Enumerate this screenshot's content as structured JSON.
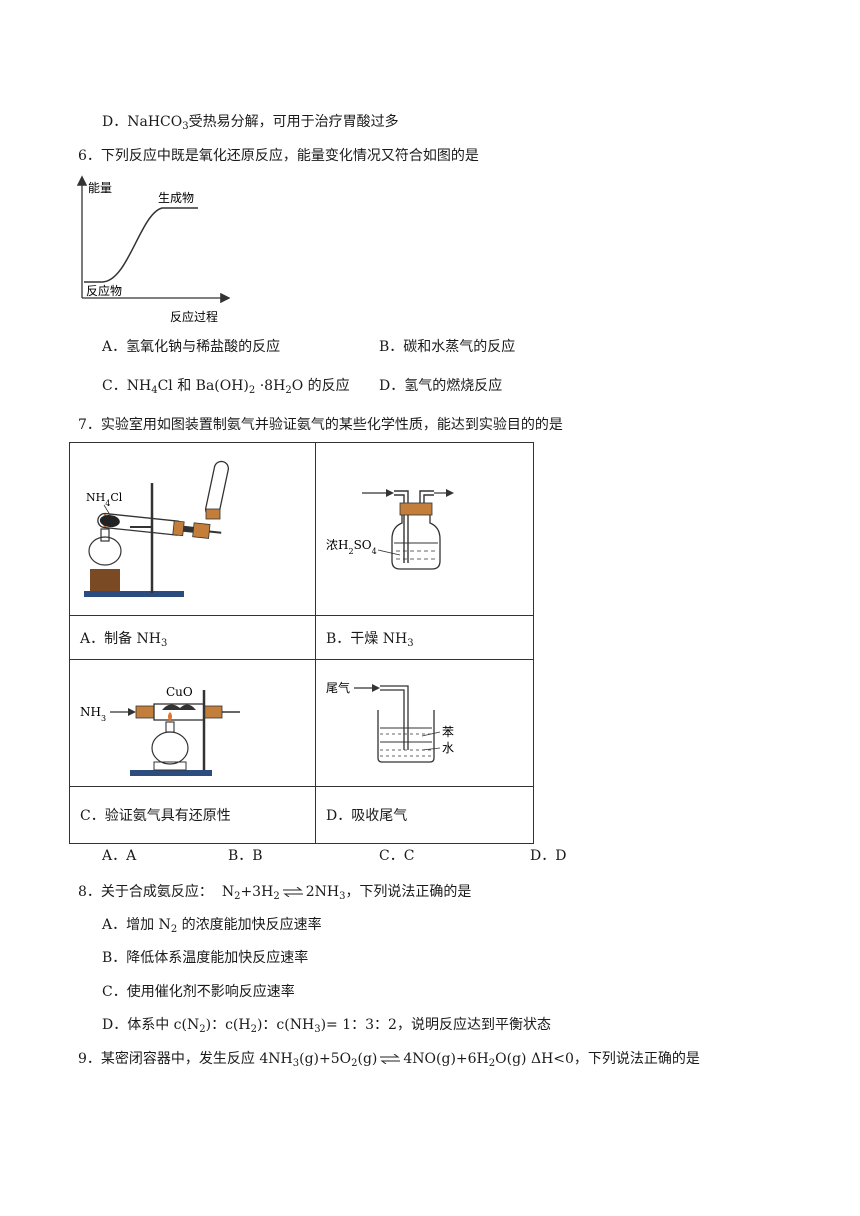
{
  "q5": {
    "optD": {
      "prefix": "D．NaHCO",
      "sub": "3",
      "rest": "受热易分解，可用于治疗胃酸过多"
    }
  },
  "q6": {
    "stem": "6．下列反应中既是氧化还原反应，能量变化情况又符合如图的是",
    "graph": {
      "ylabel": "能量",
      "xlabel": "反应过程",
      "reactant_label": "反应物",
      "product_label": "生成物"
    },
    "optA": "A．氢氧化钠与稀盐酸的反应",
    "optB": "B．碳和水蒸气的反应",
    "optC": {
      "prefix": "C．",
      "a": "NH",
      "a_sub": "4",
      "b": "Cl 和 Ba(OH)",
      "b_sub": "2",
      "c": " ·8H",
      "c_sub": "2",
      "d": "O 的反应"
    },
    "optD": "D．氢气的燃烧反应"
  },
  "q7": {
    "stem": "7．实验室用如图装置制氨气并验证氨气的某些化学性质，能达到实验目的的是",
    "cellA": {
      "label_prefix": "A．制备 NH",
      "label_sub": "3",
      "reagent": "NH",
      "reagent_sub": "4",
      "reagent_rest": "Cl"
    },
    "cellB": {
      "label_prefix": "B．干燥 NH",
      "label_sub": "3",
      "reagent": "浓H",
      "reagent_sub": "2",
      "reagent_mid": "SO",
      "reagent_sub2": "4"
    },
    "cellC": {
      "label": "C．验证氨气具有还原性",
      "gas": "NH",
      "gas_sub": "3",
      "solid": "CuO"
    },
    "cellD": {
      "label": "D．吸收尾气",
      "gas": "尾气",
      "upper": "苯",
      "lower": "水"
    },
    "options": [
      "A．A",
      "B．B",
      "C．C",
      "D．D"
    ]
  },
  "q8": {
    "stem_prefix": "8．关于合成氨反应：",
    "eq_left": "N",
    "eq_left_sub": "2",
    "eq_left2": "+3H",
    "eq_left2_sub": "2",
    "eq_right": "2NH",
    "eq_right_sub": "3",
    "stem_suffix": "，下列说法正确的是",
    "optA": {
      "prefix": "A．增加 N",
      "sub": "2",
      "rest": " 的浓度能加快反应速率"
    },
    "optB": "B．降低体系温度能加快反应速率",
    "optC": "C．使用催化剂不影响反应速率",
    "optD": {
      "p1": "D．体系中 c(N",
      "s1": "2",
      "p2": ")：c(H",
      "s2": "2",
      "p3": ")：c(NH",
      "s3": "3",
      "p4": ")= 1：3：2，说明反应达到平衡状态"
    }
  },
  "q9": {
    "stem_prefix": "9．某密闭容器中，发生反应 4NH",
    "s1": "3",
    "p2": "(g)+5O",
    "s2": "2",
    "p3": "(g)",
    "p4": "4NO(g)+6H",
    "s4": "2",
    "p5": "O(g) ΔH<0，下列说法正确的是"
  }
}
